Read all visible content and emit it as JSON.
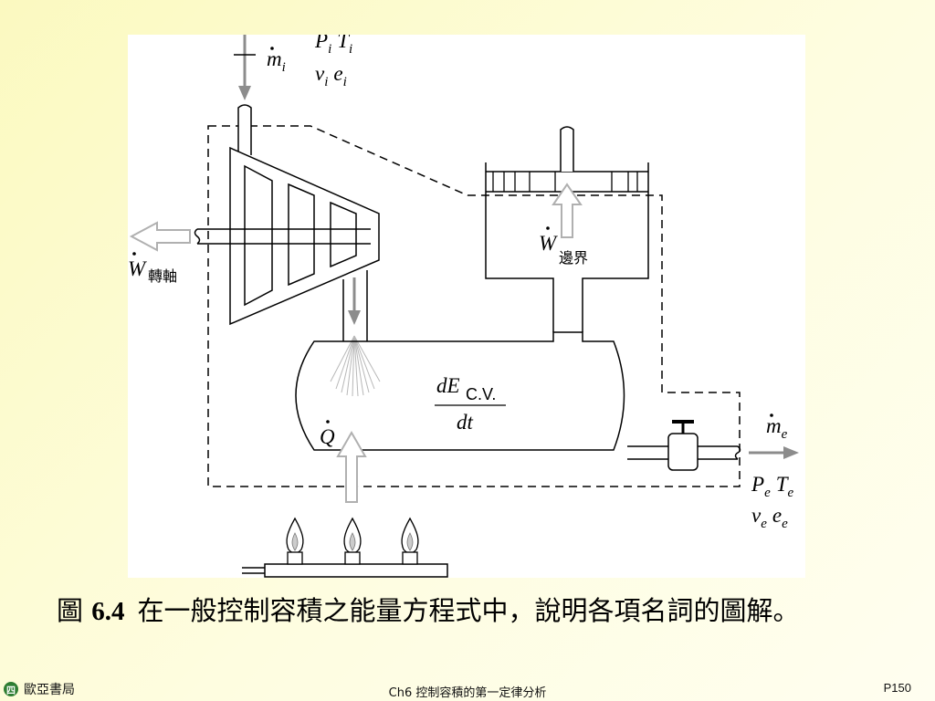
{
  "figure": {
    "labels": {
      "mdot_base": "m",
      "mdot_i_sub": "i",
      "inlet_props_line1_P": "P",
      "inlet_props_line1_P_sub": "i",
      "inlet_props_line1_T": "T",
      "inlet_props_line1_T_sub": "i",
      "inlet_props_line2_v": "v",
      "inlet_props_line2_v_sub": "i",
      "inlet_props_line2_e": "e",
      "inlet_props_line2_e_sub": "i",
      "w_base": "W",
      "w_shaft_sub": "轉軸",
      "w_boundary_sub": "邊界",
      "q_base": "Q",
      "dE_numerator": "dE",
      "dE_sub": "C.V.",
      "dE_denominator": "dt",
      "mdot_e_sub": "e",
      "exit_props_line1_P": "P",
      "exit_props_line1_P_sub": "e",
      "exit_props_line1_T": "T",
      "exit_props_line1_T_sub": "e",
      "exit_props_line2_v": "v",
      "exit_props_line2_v_sub": "e",
      "exit_props_line2_e": "e",
      "exit_props_line2_e_sub": "e"
    }
  },
  "caption": {
    "prefix": "圖",
    "number": "6.4",
    "text": "在一般控制容積之能量方程式中，說明各項名詞的圖解。"
  },
  "footer": {
    "publisher_logo": "四",
    "publisher": "歐亞書局",
    "chapter": "Ch6 控制容積的第一定律分析",
    "page": "P150"
  },
  "colors": {
    "background": "#fbf9c0",
    "figure_bg": "#ffffff",
    "arrow_gray": "#8c8c8c",
    "logo_green": "#2e7d32"
  }
}
